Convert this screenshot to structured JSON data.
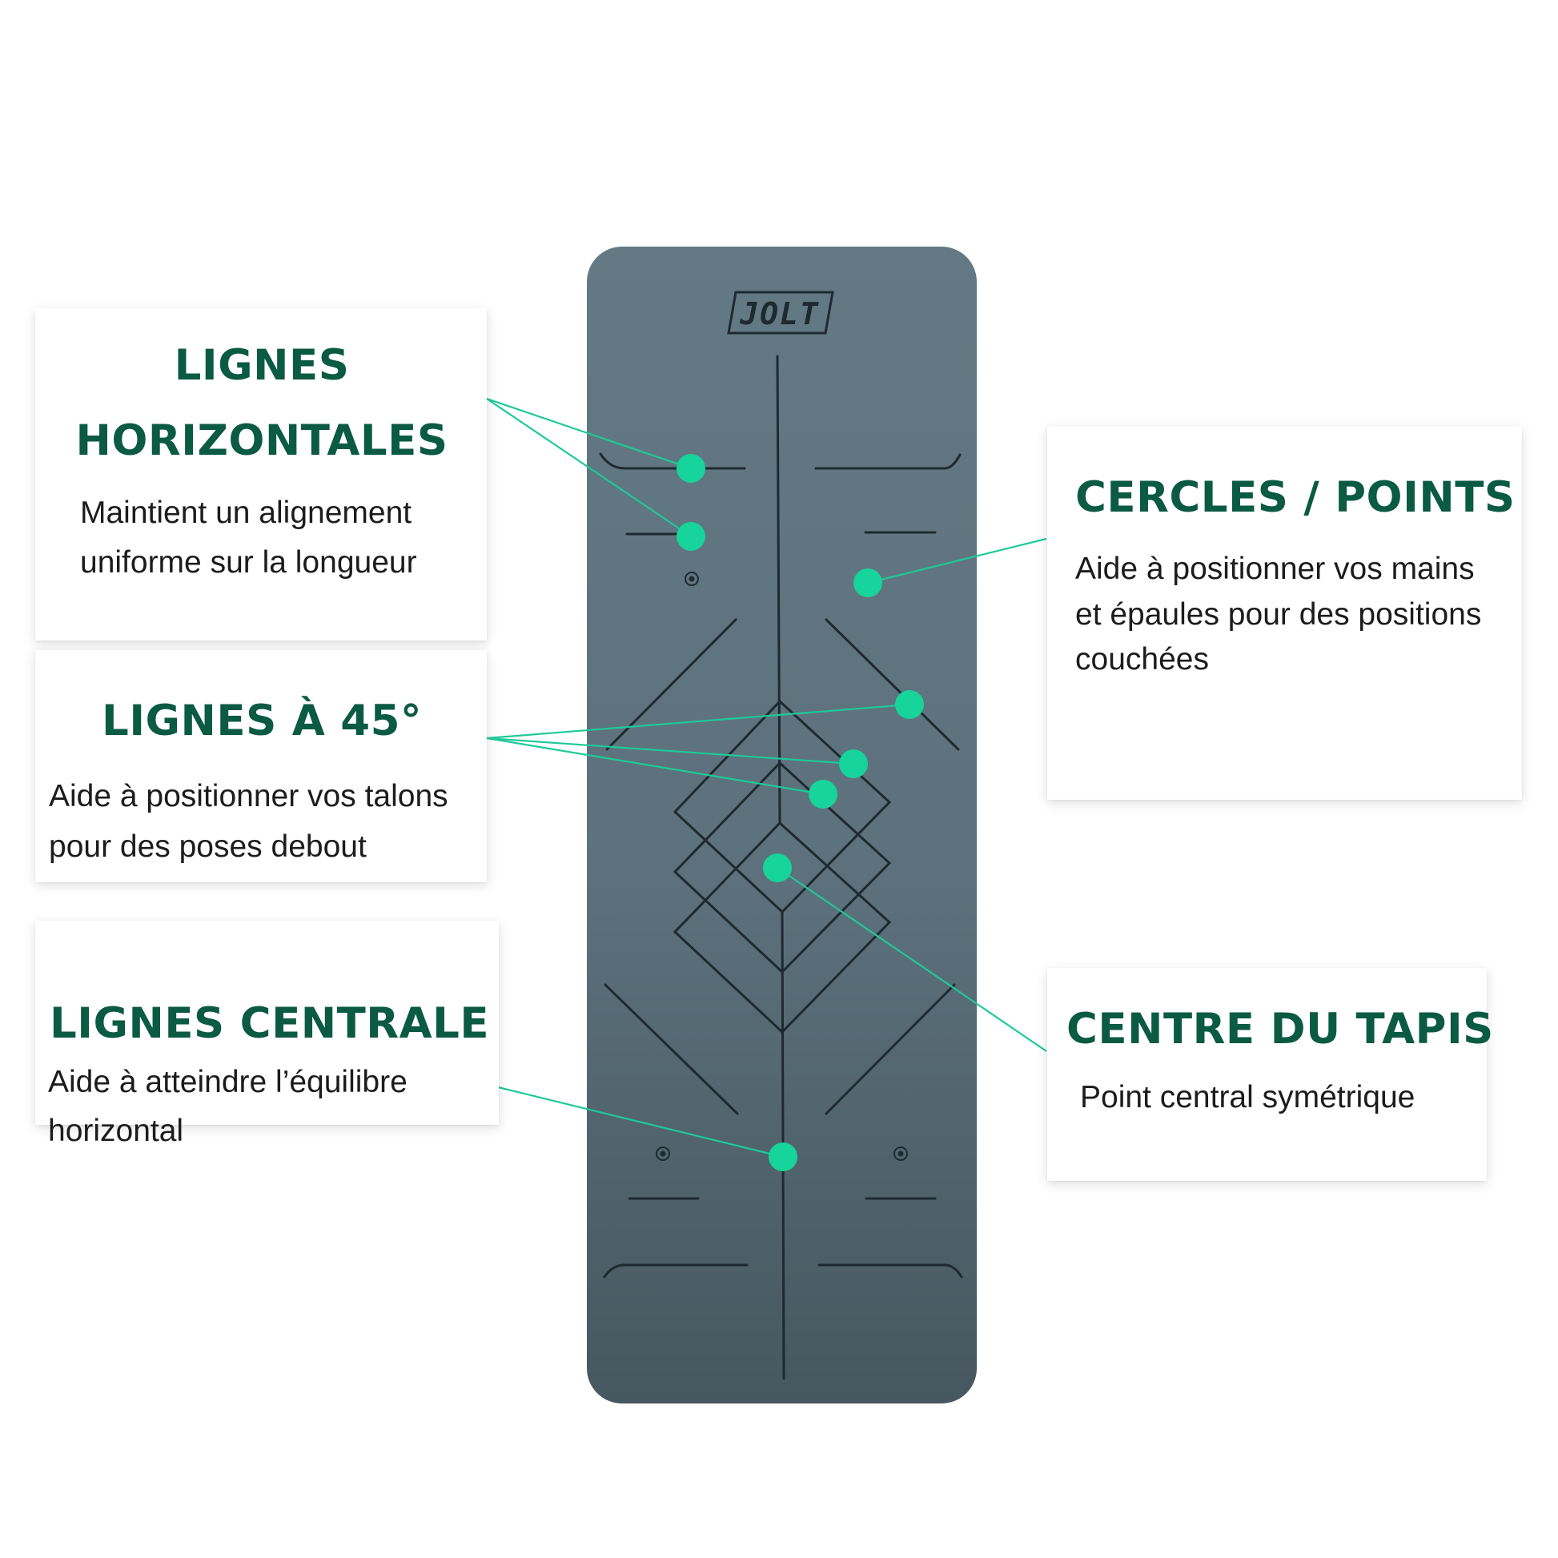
{
  "colors": {
    "heading": "#0b5a42",
    "body_text": "#1c1c1c",
    "mat": "#5f7580",
    "mat_lines": "#1d2a30",
    "accent_dot": "#16d49b",
    "leader_line": "#1fc999"
  },
  "mat": {
    "brand_logo": "JOLT"
  },
  "callouts": [
    {
      "id": "horizontal-lines",
      "title_lines": [
        "LIGNES",
        "HORIZONTALES"
      ],
      "body_lines": [
        "Maintient un alignement",
        "uniforme sur la longueur"
      ]
    },
    {
      "id": "45-degree-lines",
      "title_lines": [
        "LIGNES À 45°"
      ],
      "body_lines": [
        "Aide à positionner vos talons",
        "pour des poses debout"
      ]
    },
    {
      "id": "center-line",
      "title_lines": [
        "LIGNES CENTRALE"
      ],
      "body_lines": [
        "Aide à atteindre l’équilibre",
        "horizontal"
      ]
    },
    {
      "id": "circles-points",
      "title_lines": [
        "CERCLES / POINTS"
      ],
      "body_lines": [
        "Aide à positionner vos mains",
        "et épaules pour des positions",
        "couchées"
      ]
    },
    {
      "id": "mat-center",
      "title_lines": [
        "CENTRE DU TAPIS"
      ],
      "body_lines": [
        "Point central symétrique"
      ]
    }
  ]
}
